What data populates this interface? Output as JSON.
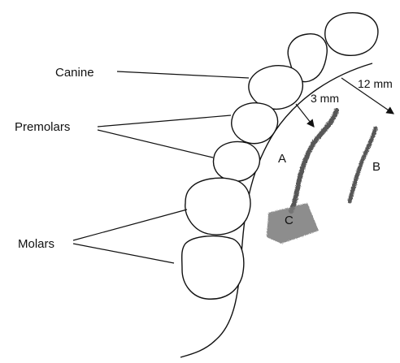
{
  "labels": {
    "canine": "Canine",
    "premolars": "Premolars",
    "molars": "Molars"
  },
  "measurements": {
    "near": "3 mm",
    "far": "12 mm"
  },
  "sites": {
    "a": "A",
    "b": "B",
    "c": "C"
  }
}
